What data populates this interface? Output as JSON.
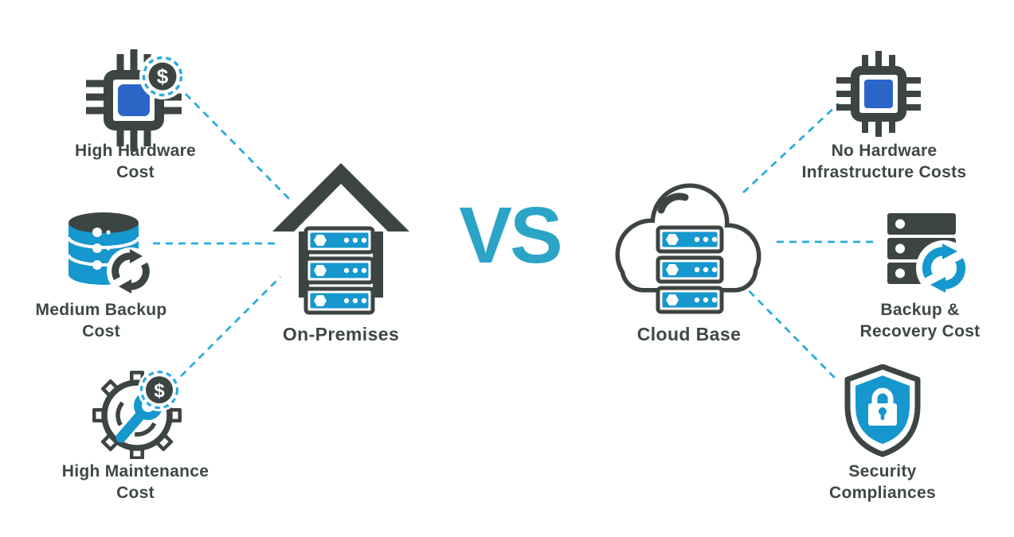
{
  "vs_label": "VS",
  "dollar_sign": "$",
  "left": {
    "center_label": "On-Premises",
    "center_icon": "house-servers-icon",
    "items": [
      {
        "icon": "cpu-chip-dollar-icon",
        "label_line1": "High Hardware",
        "label_line2": "Cost"
      },
      {
        "icon": "database-backup-icon",
        "label_line1": "Medium Backup",
        "label_line2": "Cost"
      },
      {
        "icon": "gear-wrench-dollar-icon",
        "label_line1": "High Maintenance",
        "label_line2": "Cost"
      }
    ]
  },
  "right": {
    "center_label": "Cloud Base",
    "center_icon": "cloud-servers-icon",
    "items": [
      {
        "icon": "cpu-chip-icon",
        "label_line1": "No Hardware",
        "label_line2": "Infrastructure Costs"
      },
      {
        "icon": "server-recovery-icon",
        "label_line1": "Backup &",
        "label_line2": "Recovery Cost"
      },
      {
        "icon": "shield-lock-icon",
        "label_line1": "Security",
        "label_line2": "Compliances"
      }
    ]
  },
  "colors": {
    "dark_slate": "#3D4543",
    "teal_accent": "#2BA4C7",
    "dash_blue": "#2BAADF",
    "icon_blue": "#1697CE",
    "royal_blue": "#2B65C8",
    "text": "#3E4748",
    "background": "#FFFFFF"
  }
}
